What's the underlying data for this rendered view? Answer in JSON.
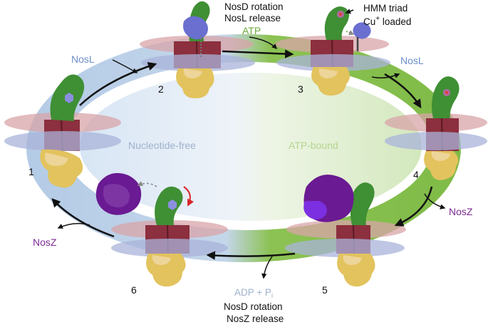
{
  "colors": {
    "blue_text": "#6c8fcc",
    "green_text": "#6da93a",
    "purple_text": "#7d2b97",
    "light_blue_text": "#9fb2cc",
    "light_green_text": "#b6d58f",
    "ring_blue": "#b4cbe6",
    "ring_green": "#8cc254",
    "nosd_green": "#3f8f34",
    "nosf_red": "#8c2f3e",
    "nosy_yellow": "#e2c35e",
    "nosl_blue": "#6a6fd0",
    "nosz_purple": "#6a1a92"
  },
  "center": {
    "left_label": "Nucleotide-free",
    "right_label": "ATP-bound"
  },
  "states": [
    {
      "id": "state-1",
      "number": "1"
    },
    {
      "id": "state-2",
      "number": "2"
    },
    {
      "id": "state-3",
      "number": "3"
    },
    {
      "id": "state-4",
      "number": "4"
    },
    {
      "id": "state-5",
      "number": "5"
    },
    {
      "id": "state-6",
      "number": "6"
    }
  ],
  "labels": {
    "nosl_top_left": "NosL",
    "nosd_rotation_top": "NosD rotation",
    "nosl_release": "NosL release",
    "atp": "ATP",
    "hmm_triad": "HMM triad",
    "cu_loaded_base": "Cu",
    "cu_loaded_sup": "+",
    "cu_loaded_rest": " loaded",
    "nosl_right": "NosL",
    "nosz_right": "NosZ",
    "nosz_left": "NosZ",
    "adp_base": "ADP + P",
    "adp_sub": "i",
    "nosd_rotation_bottom": "NosD rotation",
    "nosz_release": "NosZ release"
  }
}
